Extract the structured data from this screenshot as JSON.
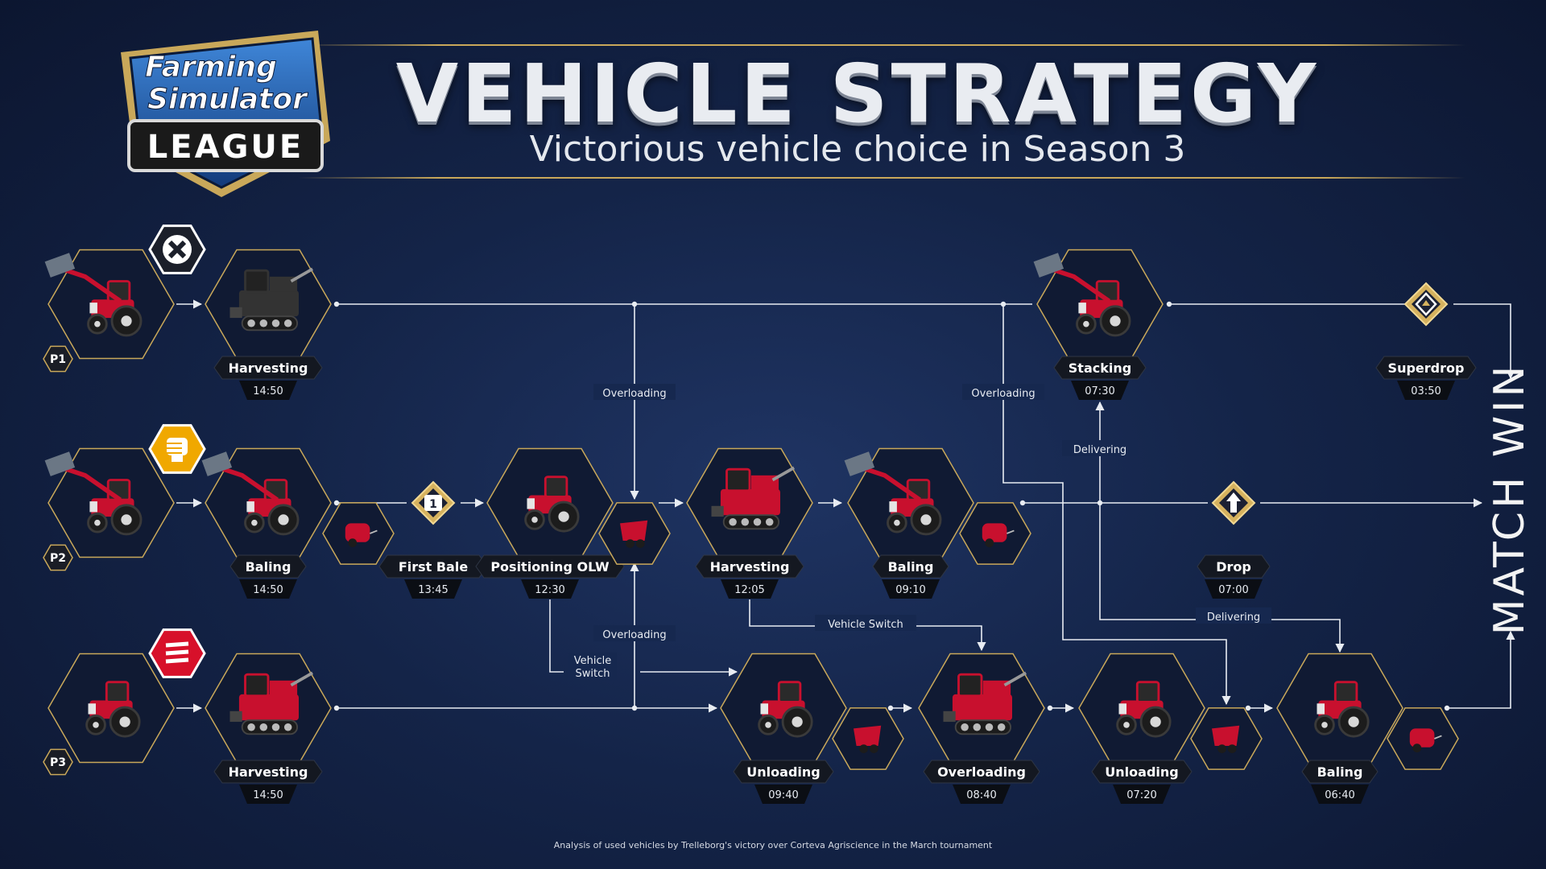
{
  "header": {
    "logo_line1": "Farming",
    "logo_line2": "Simulator",
    "logo_line3": "LEAGUE",
    "title": "VEHICLE STRATEGY",
    "subtitle": "Victorious vehicle choice in Season 3"
  },
  "players": [
    {
      "id": "p1",
      "label": "P1"
    },
    {
      "id": "p2",
      "label": "P2"
    },
    {
      "id": "p3",
      "label": "P3"
    }
  ],
  "nodes": [
    {
      "id": "p1-start",
      "label": "",
      "time": "",
      "vehicle": "front-loader-tractor-icon",
      "color": "#c8102e"
    },
    {
      "id": "p1-harvesting",
      "label": "Harvesting",
      "time": "14:50",
      "vehicle": "black-combine-harvester-icon",
      "color": "#333333"
    },
    {
      "id": "p1-stacking",
      "label": "Stacking",
      "time": "07:30",
      "vehicle": "front-loader-tractor-icon",
      "color": "#c8102e"
    },
    {
      "id": "p1-superdrop",
      "label": "Superdrop",
      "time": "03:50",
      "vehicle": "superdrop-icon",
      "color": "#d6b25e"
    },
    {
      "id": "p2-start",
      "label": "",
      "time": "",
      "vehicle": "front-loader-tractor-icon",
      "color": "#c8102e"
    },
    {
      "id": "p2-baling",
      "label": "Baling",
      "time": "14:50",
      "vehicle": "front-loader-tractor-icon",
      "color": "#c8102e"
    },
    {
      "id": "p2-first-bale",
      "label": "First Bale",
      "time": "13:45",
      "vehicle": "first-bale-icon",
      "color": "#d6b25e"
    },
    {
      "id": "p2-positioning",
      "label": "Positioning OLW",
      "time": "12:30",
      "vehicle": "tractor-icon",
      "color": "#c8102e"
    },
    {
      "id": "p2-harvesting",
      "label": "Harvesting",
      "time": "12:05",
      "vehicle": "combine-harvester-icon",
      "color": "#c8102e"
    },
    {
      "id": "p2-baling2",
      "label": "Baling",
      "time": "09:10",
      "vehicle": "front-loader-tractor-icon",
      "color": "#c8102e"
    },
    {
      "id": "p2-drop",
      "label": "Drop",
      "time": "07:00",
      "vehicle": "drop-icon",
      "color": "#d6b25e"
    },
    {
      "id": "p3-start",
      "label": "",
      "time": "",
      "vehicle": "tractor-icon",
      "color": "#c8102e"
    },
    {
      "id": "p3-harvesting",
      "label": "Harvesting",
      "time": "14:50",
      "vehicle": "combine-harvester-icon",
      "color": "#c8102e"
    },
    {
      "id": "p3-unloading",
      "label": "Unloading",
      "time": "09:40",
      "vehicle": "tractor-icon",
      "color": "#c8102e"
    },
    {
      "id": "p3-overloading",
      "label": "Overloading",
      "time": "08:40",
      "vehicle": "combine-harvester-icon",
      "color": "#c8102e"
    },
    {
      "id": "p3-unloading2",
      "label": "Unloading",
      "time": "07:20",
      "vehicle": "tractor-icon",
      "color": "#c8102e"
    },
    {
      "id": "p3-baling",
      "label": "Baling",
      "time": "06:40",
      "vehicle": "tractor-icon",
      "color": "#c8102e"
    }
  ],
  "attachments": [
    {
      "id": "p2-baler-1",
      "vehicle": "round-baler-icon"
    },
    {
      "id": "p2-wagon-1",
      "vehicle": "overloading-wagon-icon"
    },
    {
      "id": "p2-baler-2",
      "vehicle": "round-baler-icon"
    },
    {
      "id": "p3-wagon-1",
      "vehicle": "overloading-wagon-icon"
    },
    {
      "id": "p3-wagon-2",
      "vehicle": "overloading-wagon-icon"
    },
    {
      "id": "p3-baler-1",
      "vehicle": "round-baler-icon"
    }
  ],
  "team_badges": [
    {
      "id": "p1-badge",
      "icon": "x-badge-icon",
      "color": "#ffffff"
    },
    {
      "id": "p2-badge",
      "icon": "fist-badge-icon",
      "color": "#f0a800"
    },
    {
      "id": "p3-badge",
      "icon": "trelleborg-badge-icon",
      "color": "#d7102a"
    }
  ],
  "connector_labels": {
    "overloading_top": "Overloading",
    "overloading_top_right": "Overloading",
    "delivering_mid": "Delivering",
    "overloading_bottom": "Overloading",
    "vehicle_switch_bottom": "Vehicle Switch",
    "vehicle_switch_mid": "Vehicle Switch",
    "delivering_low": "Delivering"
  },
  "match_win": "MATCH WIN",
  "footnote": "Analysis of used vehicles by Trelleborg's victory over Corteva Agriscience in the March tournament",
  "colors": {
    "background": "#142448",
    "accent_gold": "#c9a85a",
    "line": "#e8ecf2",
    "label_bg": "#0f1420"
  }
}
